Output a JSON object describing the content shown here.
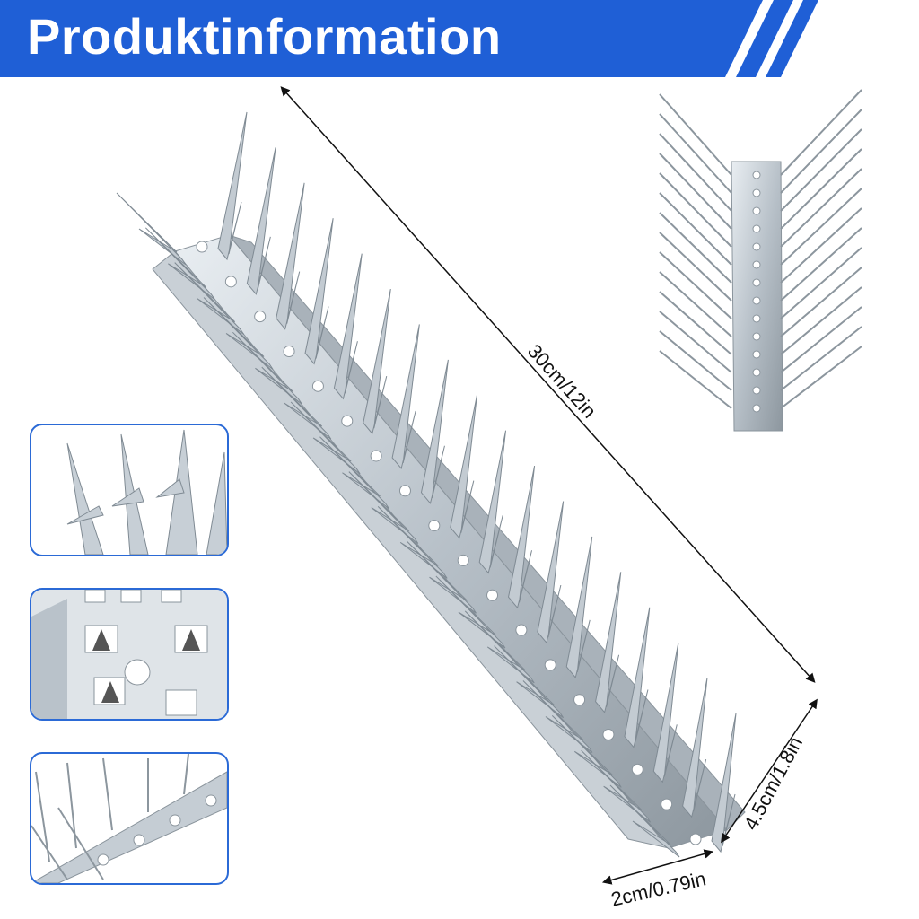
{
  "header": {
    "title": "Produktinformation",
    "color": "#1f5fd6"
  },
  "dimensions": {
    "length": "30cm/12in",
    "height": "4.5cm/1.8in",
    "width": "2cm/0.79in"
  },
  "thumbnails": [
    {
      "label": "spike-tips-detail"
    },
    {
      "label": "base-holes-detail"
    },
    {
      "label": "strip-angle-detail"
    }
  ]
}
